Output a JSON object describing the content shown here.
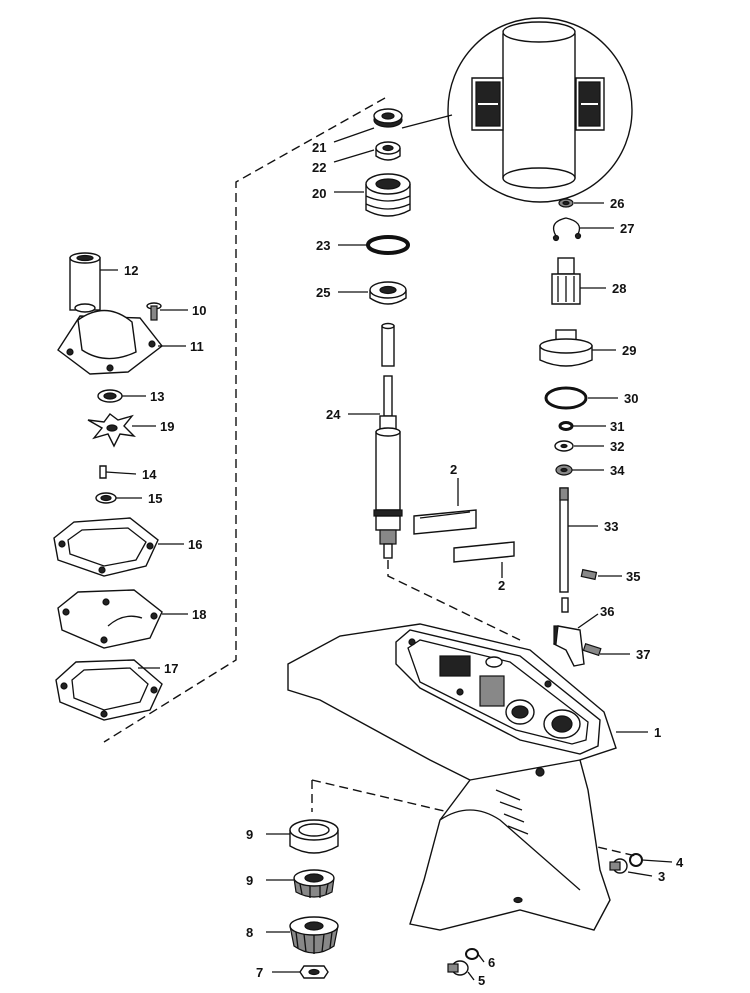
{
  "parts": [
    {
      "id": "p21",
      "name": "seal-21",
      "label": "21"
    },
    {
      "id": "p22",
      "name": "bearing-22",
      "label": "22"
    },
    {
      "id": "p20",
      "name": "bearing-carrier-20",
      "label": "20"
    },
    {
      "id": "p23",
      "name": "o-ring-23",
      "label": "23"
    },
    {
      "id": "p25",
      "name": "ball-bearing-25",
      "label": "25"
    },
    {
      "id": "p24",
      "name": "drive-shaft-24",
      "label": "24"
    },
    {
      "id": "p12",
      "name": "tube-12",
      "label": "12"
    },
    {
      "id": "p10",
      "name": "screw-10",
      "label": "10"
    },
    {
      "id": "p11",
      "name": "pump-housing-11",
      "label": "11"
    },
    {
      "id": "p13",
      "name": "washer-13",
      "label": "13"
    },
    {
      "id": "p19",
      "name": "impeller-19",
      "label": "19"
    },
    {
      "id": "p14",
      "name": "key-14",
      "label": "14"
    },
    {
      "id": "p15",
      "name": "washer-15",
      "label": "15"
    },
    {
      "id": "p16",
      "name": "gasket-16",
      "label": "16"
    },
    {
      "id": "p18",
      "name": "face-plate-18",
      "label": "18"
    },
    {
      "id": "p17",
      "name": "gasket-17",
      "label": "17"
    },
    {
      "id": "p26",
      "name": "nut-26",
      "label": "26"
    },
    {
      "id": "p27",
      "name": "snap-ring-27",
      "label": "27"
    },
    {
      "id": "p28",
      "name": "bushing-28",
      "label": "28"
    },
    {
      "id": "p29",
      "name": "retainer-29",
      "label": "29"
    },
    {
      "id": "p30",
      "name": "o-ring-30",
      "label": "30"
    },
    {
      "id": "p31",
      "name": "o-ring-31",
      "label": "31"
    },
    {
      "id": "p32",
      "name": "washer-32",
      "label": "32"
    },
    {
      "id": "p34",
      "name": "nut-34",
      "label": "34"
    },
    {
      "id": "p33",
      "name": "shift-shaft-33",
      "label": "33"
    },
    {
      "id": "p35",
      "name": "screw-35",
      "label": "35"
    },
    {
      "id": "p36",
      "name": "shift-cam-36",
      "label": "36"
    },
    {
      "id": "p37",
      "name": "screw-37",
      "label": "37"
    },
    {
      "id": "p2a",
      "name": "shim-2-upper",
      "label": "2"
    },
    {
      "id": "p2b",
      "name": "shim-2-lower",
      "label": "2"
    },
    {
      "id": "p1",
      "name": "gear-housing-1",
      "label": "1"
    },
    {
      "id": "p9a",
      "name": "bearing-race-9",
      "label": "9"
    },
    {
      "id": "p9b",
      "name": "tapered-bearing-9",
      "label": "9"
    },
    {
      "id": "p8",
      "name": "pinion-gear-8",
      "label": "8"
    },
    {
      "id": "p7",
      "name": "pinion-nut-7",
      "label": "7"
    },
    {
      "id": "p4",
      "name": "washer-4",
      "label": "4"
    },
    {
      "id": "p3",
      "name": "vent-screw-3",
      "label": "3"
    },
    {
      "id": "p6",
      "name": "washer-6",
      "label": "6"
    },
    {
      "id": "p5",
      "name": "fill-screw-5",
      "label": "5"
    }
  ]
}
